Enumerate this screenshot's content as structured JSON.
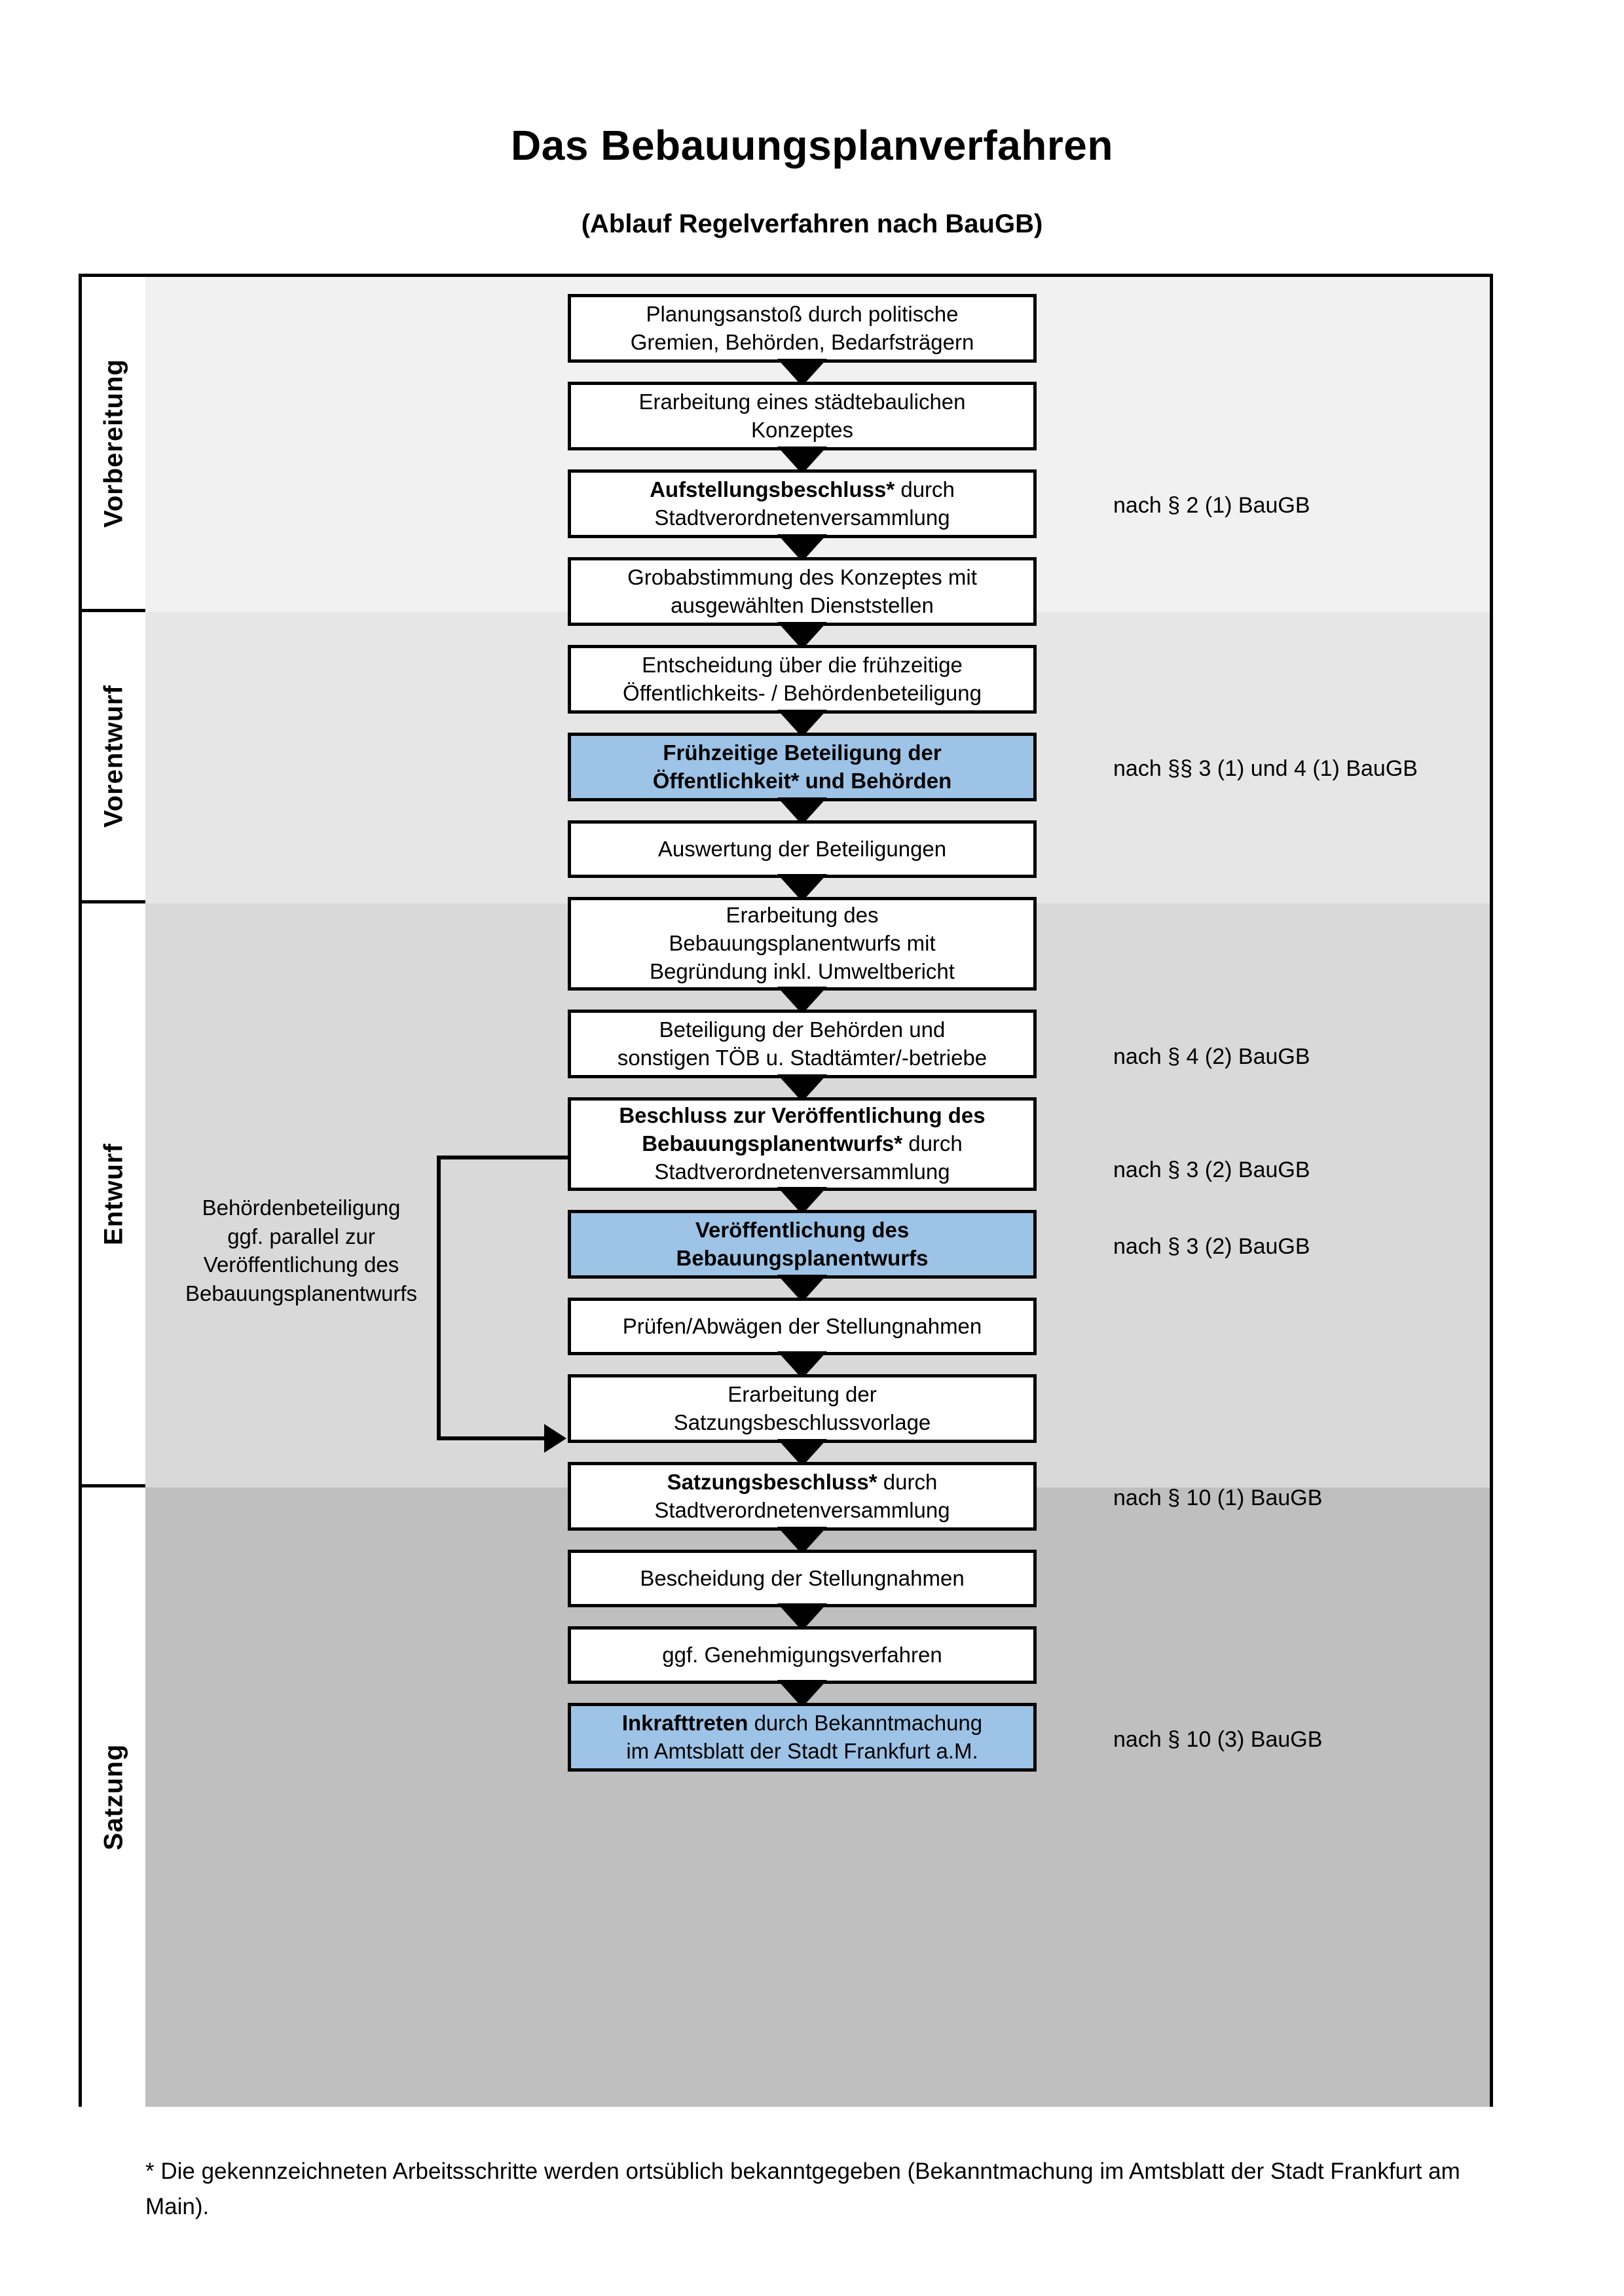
{
  "document": {
    "title": "Das Bebauungsplanverfahren",
    "subtitle": "(Ablauf Regelverfahren nach BauGB)",
    "footnote": "* Die gekennzeichneten Arbeitsschritte werden ortsüblich bekanntgegeben (Bekanntmachung im Amtsblatt  der Stadt Frankfurt am Main)."
  },
  "colors": {
    "highlight_box": "#9DC3E6",
    "band_vorbereitung": "#F1F1F1",
    "band_vorentwurf": "#E6E6E6",
    "band_entwurf": "#D9D9D9",
    "band_satzung": "#BFBFBF",
    "border": "#000000",
    "page": "#FFFFFF"
  },
  "phases": [
    {
      "label": "Vorbereitung"
    },
    {
      "label": "Vorentwurf"
    },
    {
      "label": "Entwurf"
    },
    {
      "label": "Satzung"
    }
  ],
  "steps": [
    {
      "id": "s1",
      "phase": "Vorbereitung",
      "line1": "Planungsanstoß durch politische",
      "line2": "Gremien, Behörden, Bedarfsträgern",
      "bold_lead": "",
      "highlight": false
    },
    {
      "id": "s2",
      "phase": "Vorbereitung",
      "line1": "Erarbeitung eines städtebaulichen",
      "line2": "Konzeptes",
      "bold_lead": "",
      "highlight": false
    },
    {
      "id": "s3",
      "phase": "Vorbereitung",
      "line1": "Aufstellungsbeschluss* durch",
      "line2": "Stadtverordnetenversammlung",
      "bold_lead": "Aufstellungsbeschluss*",
      "highlight": false
    },
    {
      "id": "s4",
      "phase": "Vorentwurf",
      "line1": "Grobabstimmung des Konzeptes mit",
      "line2": "ausgewählten Dienststellen",
      "bold_lead": "",
      "highlight": false
    },
    {
      "id": "s5",
      "phase": "Vorentwurf",
      "line1": "Entscheidung über die frühzeitige",
      "line2": "Öffentlichkeits- / Behördenbeteiligung",
      "bold_lead": "",
      "highlight": false
    },
    {
      "id": "s6",
      "phase": "Vorentwurf",
      "line1": "Frühzeitige Beteiligung der",
      "line2": "Öffentlichkeit* und Behörden",
      "bold_lead": "ALL",
      "highlight": true
    },
    {
      "id": "s7",
      "phase": "Entwurf",
      "line1": "Auswertung der Beteiligungen",
      "line2": "",
      "bold_lead": "",
      "highlight": false
    },
    {
      "id": "s8",
      "phase": "Entwurf",
      "line1": "Erarbeitung des",
      "line2": "Bebauungsplanentwurfs mit",
      "line3": "Begründung inkl. Umweltbericht",
      "bold_lead": "",
      "highlight": false
    },
    {
      "id": "s9",
      "phase": "Entwurf",
      "line1": "Beteiligung der Behörden und",
      "line2": "sonstigen TÖB u. Stadtämter/-betriebe",
      "bold_lead": "",
      "highlight": false
    },
    {
      "id": "s10",
      "phase": "Entwurf",
      "line1": "Beschluss zur Veröffentlichung des",
      "line2": "Bebauungsplanentwurfs* durch",
      "line3": "Stadtverordnetenversammlung",
      "bold_lead": "Beschluss zur Veröffentlichung des Bebauungsplanentwurfs*",
      "highlight": false
    },
    {
      "id": "s11",
      "phase": "Entwurf",
      "line1": "Veröffentlichung des",
      "line2": "Bebauungsplanentwurfs",
      "bold_lead": "ALL",
      "highlight": true
    },
    {
      "id": "s12",
      "phase": "Satzung",
      "line1": "Prüfen/Abwägen der Stellungnahmen",
      "line2": "",
      "bold_lead": "",
      "highlight": false
    },
    {
      "id": "s13",
      "phase": "Satzung",
      "line1": "Erarbeitung der",
      "line2": "Satzungsbeschlussvorlage",
      "bold_lead": "",
      "highlight": false
    },
    {
      "id": "s14",
      "phase": "Satzung",
      "line1": "Satzungsbeschluss* durch",
      "line2": "Stadtverordnetenversammlung",
      "bold_lead": "Satzungsbeschluss*",
      "highlight": false
    },
    {
      "id": "s15",
      "phase": "Satzung",
      "line1": "Bescheidung der Stellungnahmen",
      "line2": "",
      "bold_lead": "",
      "highlight": false
    },
    {
      "id": "s16",
      "phase": "Satzung",
      "line1": "ggf. Genehmigungsverfahren",
      "line2": "",
      "bold_lead": "",
      "highlight": false
    },
    {
      "id": "s17",
      "phase": "Satzung",
      "line1": "Inkrafttreten durch Bekanntmachung",
      "line2": "im Amtsblatt der Stadt Frankfurt a.M.",
      "bold_lead": "Inkrafttreten",
      "highlight": true
    }
  ],
  "legal_refs": [
    {
      "id": "l1",
      "text": "nach § 2 (1) BauGB",
      "for_step": "s3"
    },
    {
      "id": "l2",
      "text": "nach §§ 3 (1) und 4 (1) BauGB",
      "for_step": "s6"
    },
    {
      "id": "l3",
      "text": "nach § 4 (2) BauGB",
      "for_step": "s9"
    },
    {
      "id": "l4",
      "text": "nach § 3 (2) BauGB",
      "for_step": "s10"
    },
    {
      "id": "l5",
      "text": "nach § 3 (2) BauGB",
      "for_step": "s11"
    },
    {
      "id": "l6",
      "text": "nach § 10 (1) BauGB",
      "for_step": "s14"
    },
    {
      "id": "l7",
      "text": "nach § 10 (3) BauGB",
      "for_step": "s17"
    }
  ],
  "annotation": {
    "line1": "Behördenbeteiligung",
    "line2": "ggf. parallel zur",
    "line3": "Veröffentlichung des",
    "line4": "Bebauungsplanentwurfs"
  }
}
